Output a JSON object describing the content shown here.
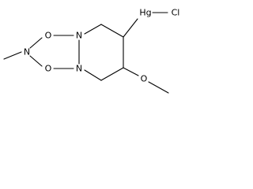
{
  "molecule": {
    "atoms": {
      "o_top": "O",
      "n_left": "N",
      "o_bottom": "O",
      "n_bridge_top": "N",
      "n_bridge_bottom": "N",
      "hg": "Hg",
      "cl": "Cl",
      "o_methoxy": "O"
    }
  },
  "colors": {
    "line": "#000000",
    "background": "#ffffff"
  }
}
